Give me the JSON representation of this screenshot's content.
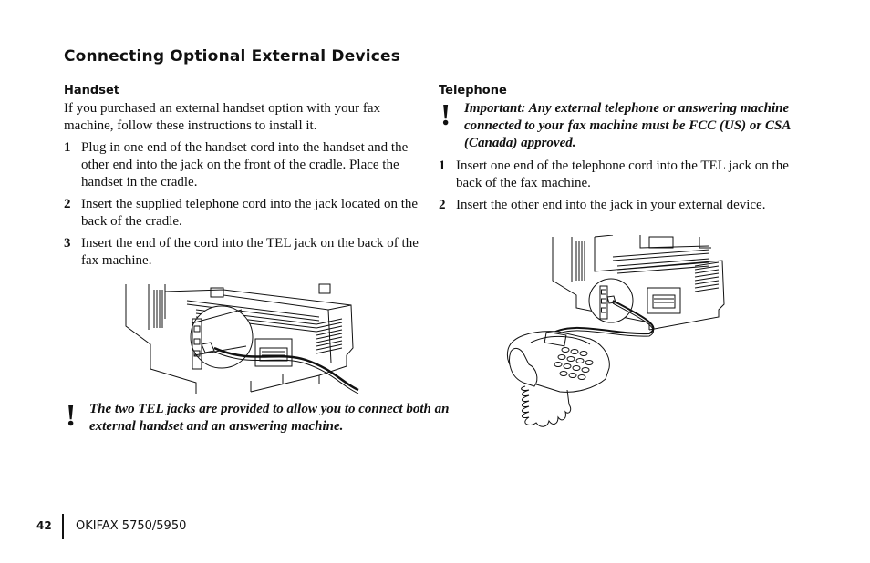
{
  "page_title": "Connecting Optional External Devices",
  "handset": {
    "heading": "Handset",
    "intro": "If you purchased an external handset option with your  fax machine, follow these instructions to install it.",
    "steps": [
      {
        "num": "1",
        "text": "Plug in one end of the handset cord into the handset and the other end into the jack on the front of the cradle. Place the handset in the cradle."
      },
      {
        "num": "2",
        "text": "Insert the supplied telephone cord into the jack located on the back of the cradle."
      },
      {
        "num": "3",
        "text": "Insert the end of the cord into the TEL jack on the back of the fax machine."
      }
    ],
    "note": "The two TEL jacks are provided to allow you to connect both an external handset and an answering machine."
  },
  "telephone": {
    "heading": "Telephone",
    "note": "Important: Any external telephone or answering machine connected to your fax machine must be FCC (US) or CSA (Canada) approved.",
    "steps": [
      {
        "num": "1",
        "text": "Insert one end of the telephone cord into the TEL jack on the back of the fax machine."
      },
      {
        "num": "2",
        "text": "Insert the other end into the jack in your external device."
      }
    ]
  },
  "warning_symbol": "!",
  "footer": {
    "page_number": "42",
    "product": "OKIFAX 5750/5950"
  }
}
